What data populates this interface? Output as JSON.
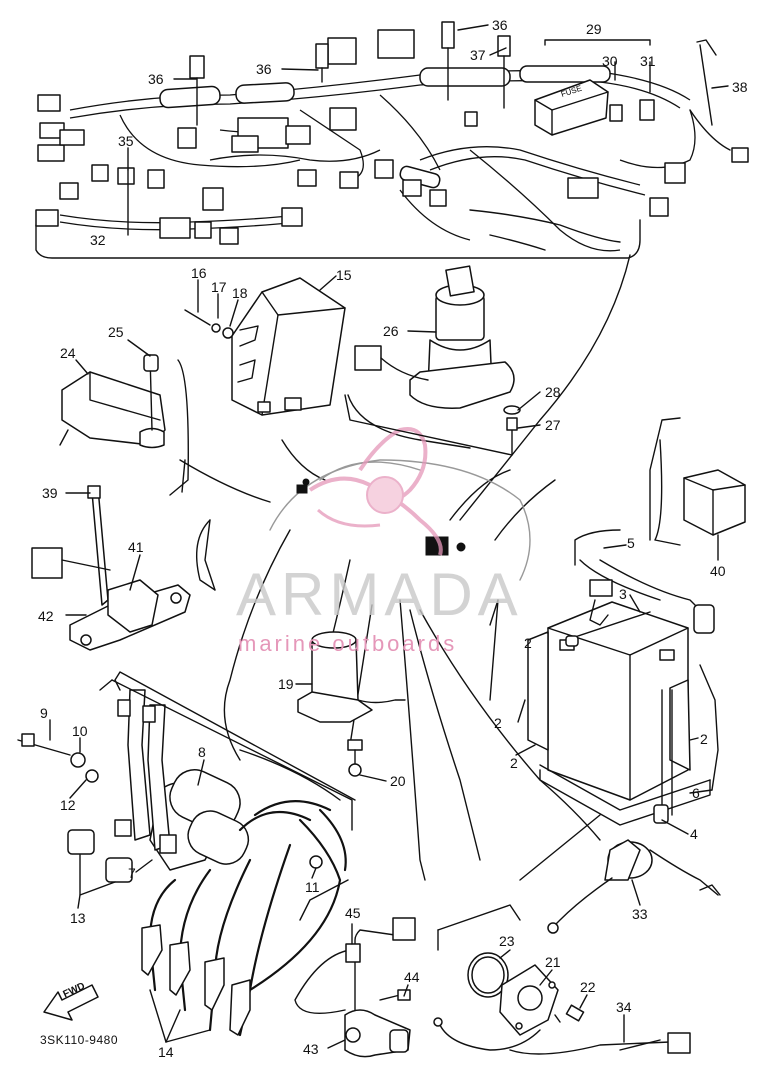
{
  "diagram": {
    "code": "3SK110-9480",
    "fwd_label": "FWD",
    "fuse_label": "FUSE",
    "watermark": {
      "brand": "ARMADA",
      "tagline": "marine outboards",
      "color": "#e597b9"
    },
    "callouts": {
      "c1": "36",
      "c2": "36",
      "c3": "36",
      "c4": "37",
      "c5": "29",
      "c6": "30",
      "c7": "31",
      "c8": "38",
      "c9": "35",
      "c10": "32",
      "c11": "16",
      "c12": "17",
      "c13": "18",
      "c14": "15",
      "c15": "25",
      "c16": "24",
      "c17": "26",
      "c18": "28",
      "c19": "27",
      "c20": "39",
      "c21": "41",
      "c22": "42",
      "c23": "40",
      "c24": "5",
      "c25": "3",
      "c26": "19",
      "c27": "9",
      "c28": "10",
      "c29": "8",
      "c30": "12",
      "c31": "20",
      "c32": "2",
      "c33": "2",
      "c34": "2",
      "c35": "2",
      "c36": "6",
      "c37": "4",
      "c38": "7",
      "c39": "11",
      "c40": "13",
      "c41": "33",
      "c42": "45",
      "c43": "23",
      "c44": "21",
      "c45": "44",
      "c46": "22",
      "c47": "34",
      "c48": "14",
      "c49": "43"
    }
  }
}
